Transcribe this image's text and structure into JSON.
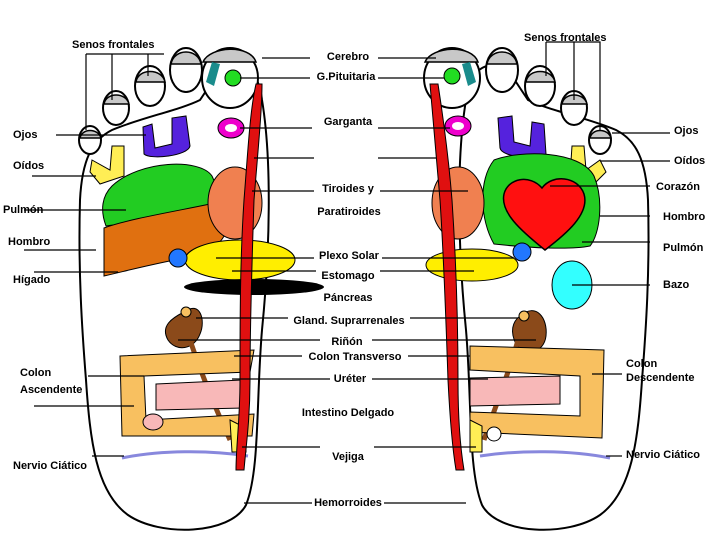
{
  "center": {
    "cerebro": "Cerebro",
    "pituitaria": "G.Pituitaria",
    "garganta": "Garganta",
    "tiroides": "Tiroides y",
    "paratiroides": "Paratiroides",
    "plexo": "Plexo Solar",
    "estomago": "Estomago",
    "pancreas": "Páncreas",
    "suprarrenales": "Gland. Suprarrenales",
    "rinon": "Riñón",
    "colon_transverso": "Colon Transverso",
    "ureter": "Uréter",
    "intestino": "Intestino Delgado",
    "vejiga": "Vejiga",
    "hemorroides": "Hemorroides"
  },
  "left": {
    "senos": "Senos frontales",
    "ojos": "Ojos",
    "oidos": "Oídos",
    "pulmon": "Pulmón",
    "hombro": "Hombro",
    "higado": "Hígado",
    "colon": "Colon",
    "ascendente": "Ascendente",
    "ciatico": "Nervio Ciático"
  },
  "right": {
    "senos": "Senos frontales",
    "ojos": "Ojos",
    "oidos": "Oídos",
    "corazon": "Corazón",
    "hombro": "Hombro",
    "pulmon": "Pulmón",
    "bazo": "Bazo",
    "colon": "Colon",
    "descendente": "Descendente",
    "ciatico": "Nervio Ciático"
  },
  "colors": {
    "spine": "#e01010",
    "lung": "#22cc22",
    "liver": "#e07010",
    "thyroid": "#f08050",
    "stomach": "#ffee00",
    "heart": "#ff1010",
    "spleen": "#33ffff",
    "eyes": "#5522dd",
    "ears": "#ffee55",
    "throat": "#ee00cc",
    "kidney": "#8b4a1a",
    "colon": "#f8c060",
    "intestine": "#f8b8b8",
    "solar_plexus": "#2277ff",
    "sinus": "#c8c8c8"
  }
}
